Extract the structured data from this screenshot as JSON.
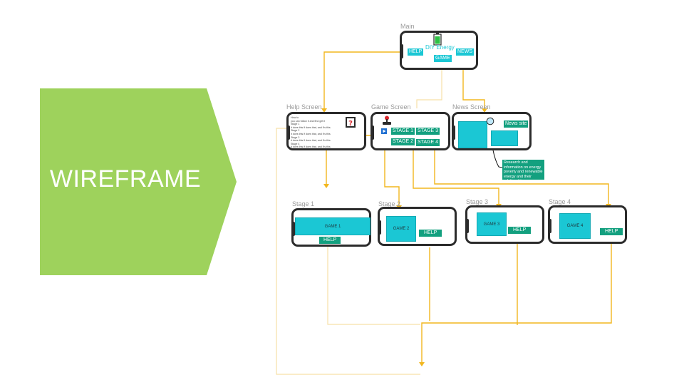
{
  "banner": {
    "title": "WIREFRAME",
    "color": "#9ed25c"
  },
  "colors": {
    "connector": "#f2b71f",
    "connector_light": "#f6e0a6",
    "cyan": "#1bc7d4",
    "teal": "#13a07f",
    "frame": "#2b2b2b"
  },
  "main": {
    "title": "Main",
    "app_name": "DIY Energy",
    "help": "HELP",
    "game": "GAME",
    "news": "NEWS",
    "icon": "battery-icon"
  },
  "help_screen": {
    "title": "Help Screen",
    "icon": "question-mark-icon",
    "lines": [
      "How to",
      "you can follow it and find get it",
      "Stage 1",
      "it does this if does that, and it's this",
      "Stage 2",
      "it does this if does that, and it's this",
      "Stage 3",
      "it does this if does that, and it's this",
      "Stage 4",
      "it does this if does that, and it's this"
    ]
  },
  "game_screen": {
    "title": "Game Screen",
    "icon": "joystick-icon",
    "play_icon": "play-icon",
    "stage1": "STAGE 1",
    "stage2": "STAGE 2",
    "stage3": "STAGE 3",
    "stage4": "STAGE 4"
  },
  "news_screen": {
    "title": "News Screen",
    "site": "News site",
    "note": "Research and information on energy poverty and renewable energy and their relationship",
    "icon": "circle-icon"
  },
  "stages": [
    {
      "title": "Stage 1",
      "game": "GAME 1",
      "help": "HELP"
    },
    {
      "title": "Stage 2",
      "game": "GAME 2",
      "help": "HELP"
    },
    {
      "title": "Stage 3",
      "game": "GAME 3",
      "help": "HELP"
    },
    {
      "title": "Stage 4",
      "game": "GAME 4",
      "help": "HELP"
    }
  ]
}
